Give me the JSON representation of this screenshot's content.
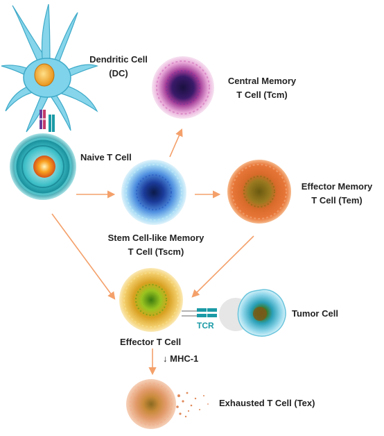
{
  "cells": {
    "dendritic": {
      "line1": "Dendritic Cell",
      "line2": "(DC)"
    },
    "naive": {
      "label": "Naive T Cell"
    },
    "tcm": {
      "line1": "Central Memory",
      "line2": "T Cell (Tcm)"
    },
    "tscm": {
      "line1": "Stem Cell-like Memory",
      "line2": "T Cell (Tscm)"
    },
    "tem": {
      "line1": "Effector Memory",
      "line2": "T Cell (Tem)"
    },
    "effector": {
      "label": "Effector T Cell"
    },
    "tumor": {
      "label": "Tumor Cell"
    },
    "exhausted": {
      "label": "Exhausted T Cell (Tex)"
    }
  },
  "annotations": {
    "tcr": "TCR",
    "mhc": "↓ MHC-1"
  },
  "colors": {
    "arrow": "#f4a06a",
    "tcr": "#1a9aa6",
    "dc_body": "#7fd3ea",
    "dc_nucleus": "#f6b23a"
  }
}
